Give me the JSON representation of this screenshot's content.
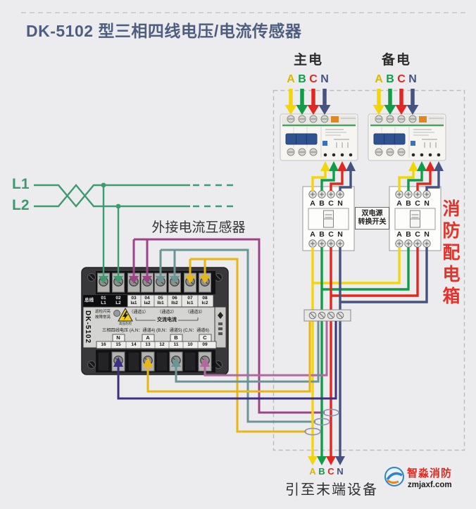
{
  "title": "DK-5102 型三相四线电压/电流传感器",
  "top": {
    "main_power": "主电",
    "backup_power": "备电"
  },
  "phases": {
    "a": "A",
    "b": "B",
    "c": "C",
    "n": "N"
  },
  "fire_box": {
    "label": "消防配电箱"
  },
  "transfer_switch": {
    "line1": "双电源",
    "line2": "转换开关"
  },
  "ct_label": "外接电流互感器",
  "lines": {
    "l1": "L1",
    "l2": "L2"
  },
  "device": {
    "model": "DK-5102",
    "bus": "总线",
    "top_terminals": [
      {
        "no": "01",
        "name": "L1"
      },
      {
        "no": "02",
        "name": "L2"
      },
      {
        "no": "03",
        "name": "Ia1"
      },
      {
        "no": "04",
        "name": "Ia2"
      },
      {
        "no": "05",
        "name": "Ib1"
      },
      {
        "no": "06",
        "name": "Ib2"
      },
      {
        "no": "07",
        "name": "Ic1"
      },
      {
        "no": "08",
        "name": "Ic2"
      }
    ],
    "status_line1": "巡检闪亮",
    "status_line2": "故障常亮",
    "hv_warning": "高压危险",
    "channels": [
      "（通道1）",
      "（通道2）",
      "（通道3）"
    ],
    "ac_current": "交流电流",
    "voltage_line": "三相四线电压 (A,N：通道4) (B,N：通道5) (C,N：通道6)",
    "bottom_phases": [
      "N",
      "A",
      "B",
      "C"
    ],
    "bottom_numbers": [
      "16",
      "15",
      "14",
      "13",
      "12",
      "11",
      "10",
      "09"
    ]
  },
  "bottom": {
    "lead": "引至末端设备"
  },
  "logo": {
    "name": "智淼消防",
    "site": "zmjaxf.com"
  },
  "colors": {
    "phase_a_yellow": "#f2d60b",
    "phase_b_green": "#119c47",
    "phase_c_red": "#e12722",
    "phase_n_navy": "#465381",
    "line_green": "#3e9a70",
    "ct_pair_magenta": "#9d4387",
    "ct_pair_teal": "#6b9594",
    "ct_pair_yellow": "#e9b616",
    "sense_c_mauve": "#b2679f",
    "sense_n_indigo": "#3d2f82",
    "fire_label_red": "#e2332a",
    "title_blue": "#4e5e81"
  }
}
